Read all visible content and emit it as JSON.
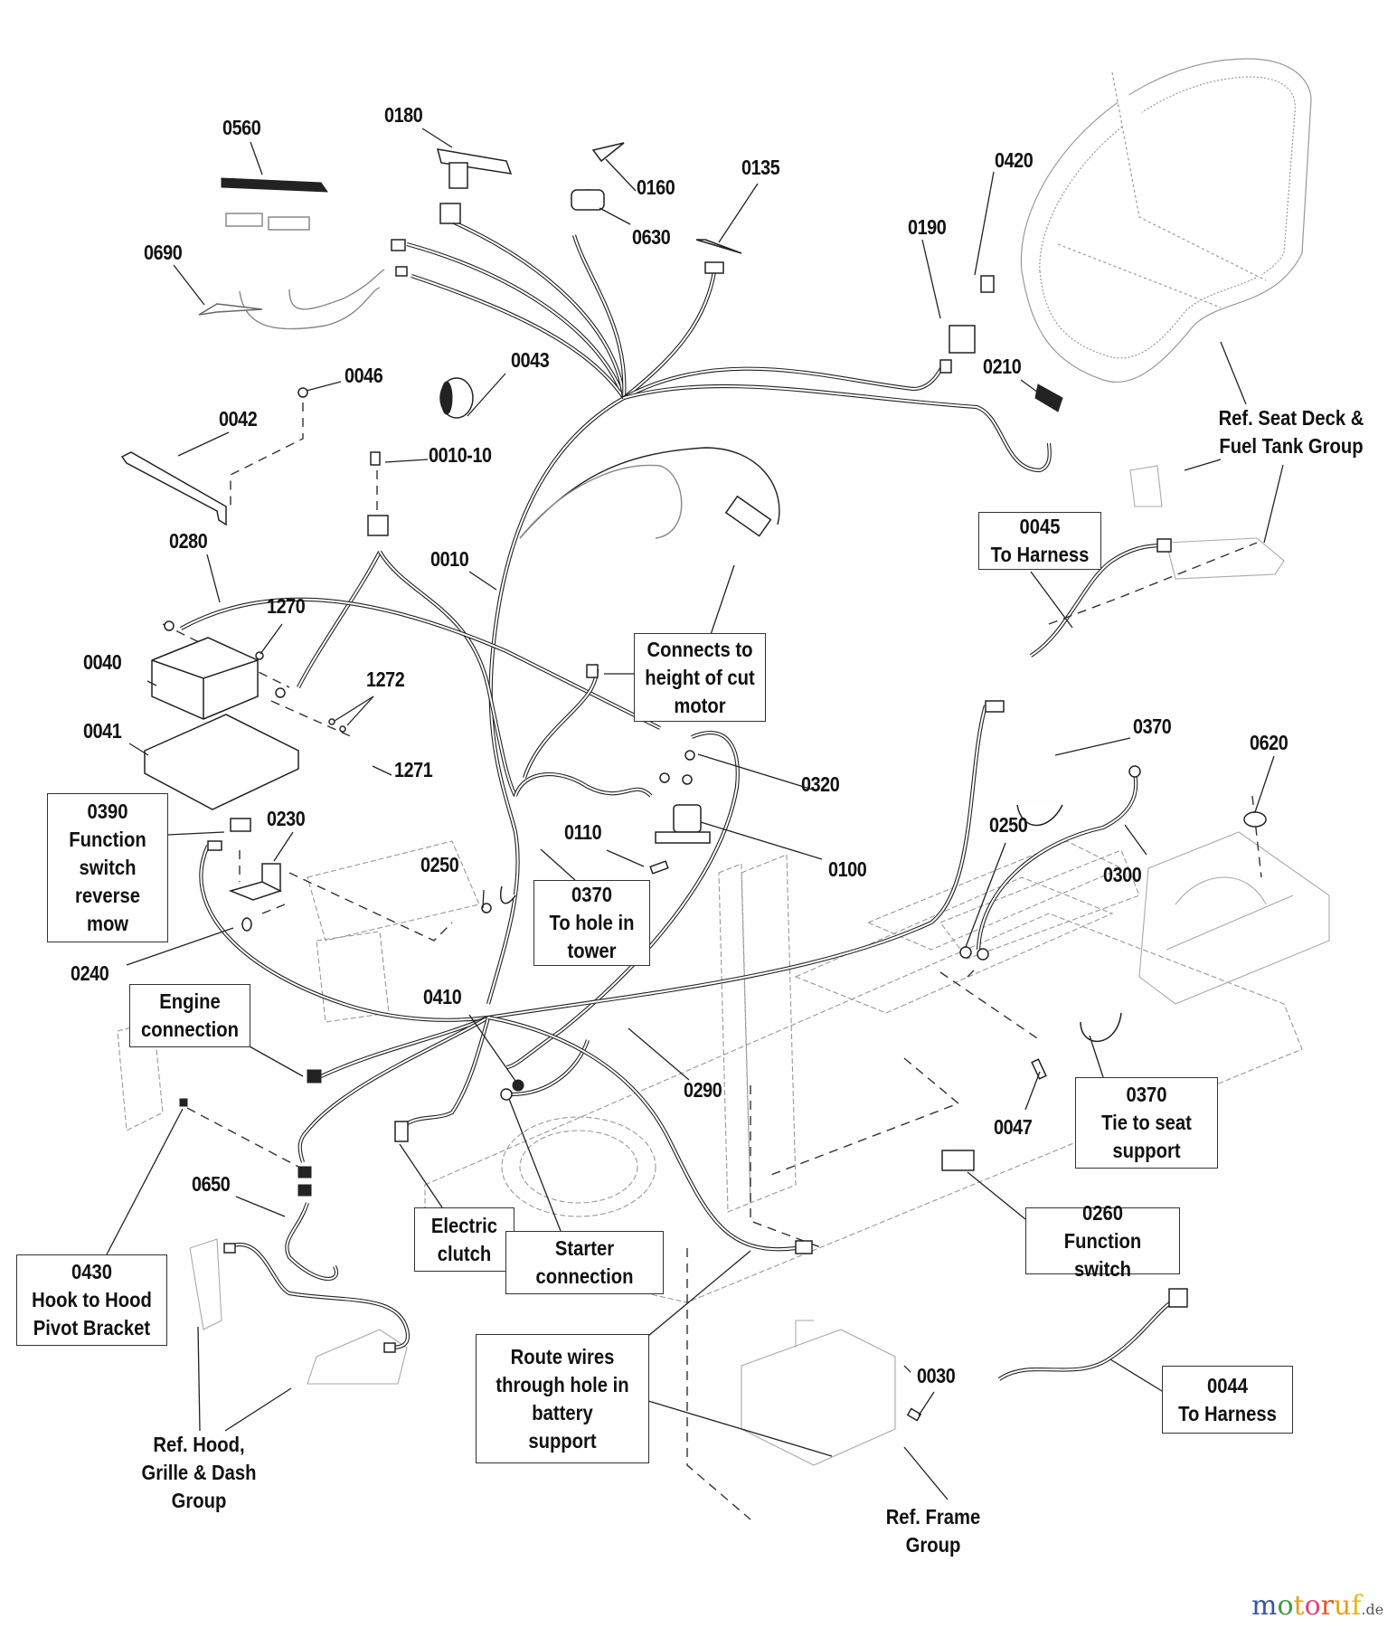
{
  "diagram": {
    "title": "Wiring harness exploded parts diagram",
    "part_labels": [
      {
        "id": "p0560",
        "text": "0560"
      },
      {
        "id": "p0180",
        "text": "0180"
      },
      {
        "id": "p0160",
        "text": "0160"
      },
      {
        "id": "p0630",
        "text": "0630"
      },
      {
        "id": "p0135",
        "text": "0135"
      },
      {
        "id": "p0420",
        "text": "0420"
      },
      {
        "id": "p0190",
        "text": "0190"
      },
      {
        "id": "p0690",
        "text": "0690"
      },
      {
        "id": "p0046",
        "text": "0046"
      },
      {
        "id": "p0043",
        "text": "0043"
      },
      {
        "id": "p0042",
        "text": "0042"
      },
      {
        "id": "p0210",
        "text": "0210"
      },
      {
        "id": "p0010_10",
        "text": "0010-10"
      },
      {
        "id": "p0010",
        "text": "0010"
      },
      {
        "id": "p0280",
        "text": "0280"
      },
      {
        "id": "p1270",
        "text": "1270"
      },
      {
        "id": "p0040",
        "text": "0040"
      },
      {
        "id": "p1272",
        "text": "1272"
      },
      {
        "id": "p0041",
        "text": "0041"
      },
      {
        "id": "p1271",
        "text": "1271"
      },
      {
        "id": "p0370a",
        "text": "0370"
      },
      {
        "id": "p0620",
        "text": "0620"
      },
      {
        "id": "p0320",
        "text": "0320"
      },
      {
        "id": "p0230",
        "text": "0230"
      },
      {
        "id": "p0110",
        "text": "0110"
      },
      {
        "id": "p0100",
        "text": "0100"
      },
      {
        "id": "p0250a",
        "text": "0250"
      },
      {
        "id": "p0250b",
        "text": "0250"
      },
      {
        "id": "p0300",
        "text": "0300"
      },
      {
        "id": "p0240",
        "text": "0240"
      },
      {
        "id": "p0410",
        "text": "0410"
      },
      {
        "id": "p0290",
        "text": "0290"
      },
      {
        "id": "p0047",
        "text": "0047"
      },
      {
        "id": "p0650",
        "text": "0650"
      },
      {
        "id": "p0030",
        "text": "0030"
      }
    ],
    "callout_boxes": [
      {
        "id": "b0045",
        "lines": [
          "0045",
          "To Harness"
        ]
      },
      {
        "id": "bconnects",
        "lines": [
          "Connects to",
          "height of cut",
          "motor"
        ]
      },
      {
        "id": "b0390",
        "lines": [
          "0390",
          "Function",
          "switch",
          "reverse",
          "mow"
        ]
      },
      {
        "id": "b0370tower",
        "lines": [
          "0370",
          "To hole in",
          "tower"
        ]
      },
      {
        "id": "bengine",
        "lines": [
          "Engine",
          "connection"
        ]
      },
      {
        "id": "b0370seat",
        "lines": [
          "0370",
          "Tie to seat",
          "support"
        ]
      },
      {
        "id": "bclutch",
        "lines": [
          "Electric",
          "clutch"
        ]
      },
      {
        "id": "bstarter",
        "lines": [
          "Starter",
          "connection"
        ]
      },
      {
        "id": "b0260",
        "lines": [
          "0260",
          "Function switch"
        ]
      },
      {
        "id": "b0430",
        "lines": [
          "0430",
          "Hook to Hood",
          "Pivot Bracket"
        ]
      },
      {
        "id": "broute",
        "lines": [
          "Route wires",
          "through hole in",
          "battery",
          "support"
        ]
      },
      {
        "id": "b0044",
        "lines": [
          "0044",
          "To Harness"
        ]
      }
    ],
    "reference_notes": [
      {
        "id": "rseat",
        "lines": [
          "Ref. Seat Deck &",
          "Fuel Tank Group"
        ]
      },
      {
        "id": "rhood",
        "lines": [
          "Ref. Hood,",
          "Grille & Dash",
          "Group"
        ]
      },
      {
        "id": "rframe",
        "lines": [
          "Ref. Frame",
          "Group"
        ]
      }
    ]
  },
  "watermark": {
    "letters": [
      "m",
      "o",
      "t",
      "o",
      "r",
      "u",
      "f"
    ],
    "letter_colors": [
      "#3a55a4",
      "#3f9c45",
      "#e0a21e",
      "#d9477f",
      "#e05a2b",
      "#e3a31d",
      "#e8b820"
    ],
    "suffix": ".de"
  }
}
